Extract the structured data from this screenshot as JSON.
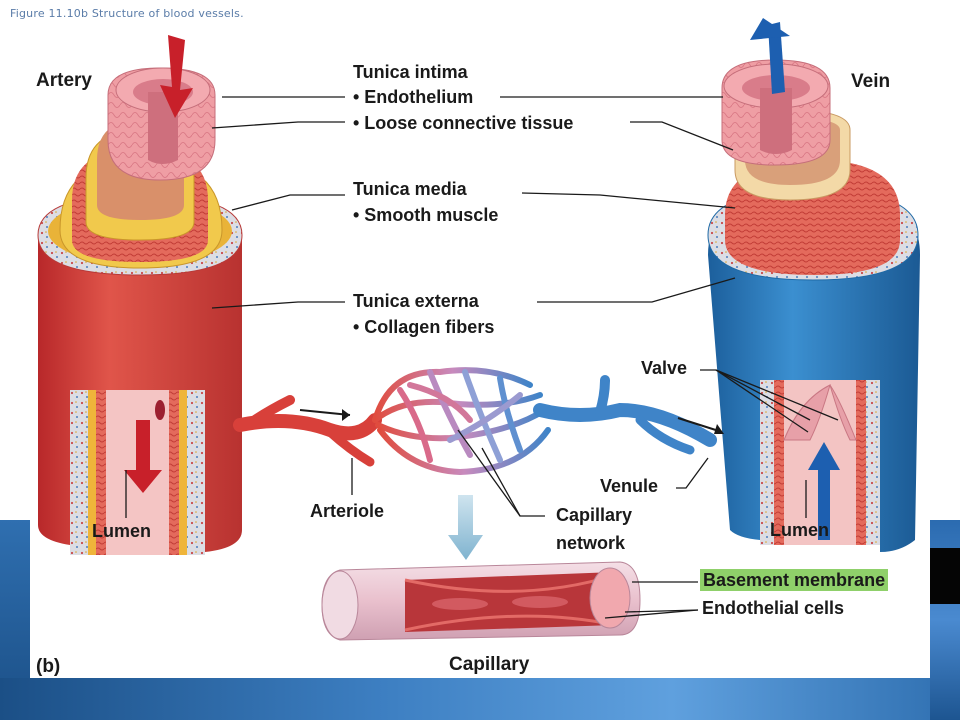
{
  "figure_caption": "Figure 11.10b Structure of blood vessels.",
  "labels": {
    "artery": "Artery",
    "vein": "Vein",
    "tunica_intima": "Tunica intima",
    "endothelium": "• Endothelium",
    "loose_connective": "• Loose connective tissue",
    "tunica_media": "Tunica media",
    "smooth_muscle": "• Smooth muscle",
    "tunica_externa": "Tunica externa",
    "collagen": "• Collagen fibers",
    "valve": "Valve",
    "venule": "Venule",
    "arteriole": "Arteriole",
    "capillary_network_1": "Capillary",
    "capillary_network_2": "network",
    "lumen_left": "Lumen",
    "lumen_right": "Lumen",
    "basement_membrane": "Basement membrane",
    "endothelial_cells": "Endothelial cells",
    "panel": "(b)",
    "capillary": "Capillary"
  },
  "colors": {
    "artery_red": "#d8403a",
    "vein_blue": "#2a7fc0",
    "highlight_green": "#8fd06a",
    "flow_arrow_red": "#c8202a",
    "flow_arrow_blue": "#1d5fb0"
  }
}
